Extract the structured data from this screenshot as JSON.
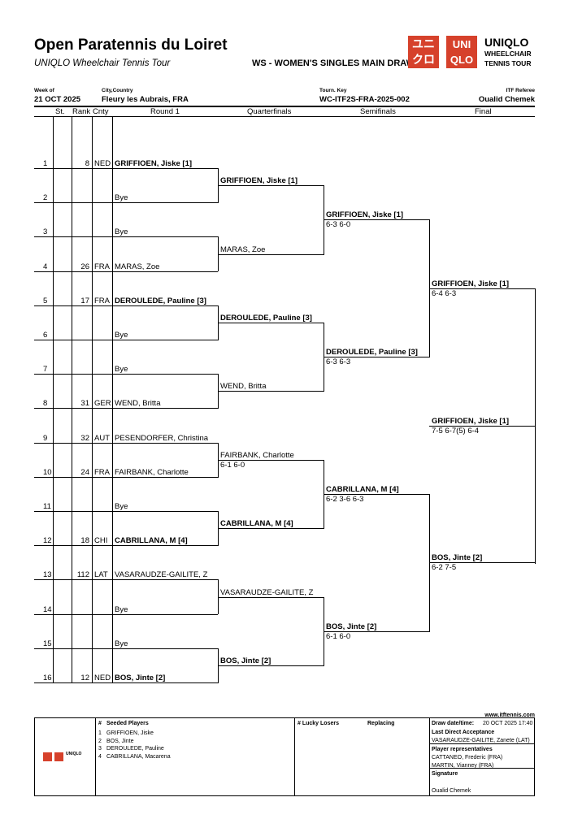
{
  "header": {
    "title": "Open Paratennis du Loiret",
    "subtitle": "UNIQLO Wheelchair Tennis Tour",
    "event": "WS - WOMEN'S SINGLES MAIN DRAW",
    "logo": {
      "mark_top": "ユニ",
      "mark_bottom": "クロ",
      "uni": "UNI",
      "qlo": "QLO",
      "brand": "UNIQLO",
      "line1": "WHEELCHAIR",
      "line2": "TENNIS TOUR"
    },
    "week_label": "Week of",
    "week": "21 OCT 2025",
    "city_label": "City,Country",
    "city": "Fleury les Aubrais, FRA",
    "key_label": "Tourn. Key",
    "key": "WC-ITF2S-FRA-2025-002",
    "ref_label": "ITF Referee",
    "referee": "Oualid Chemek"
  },
  "columns": {
    "st": "St.",
    "rank": "Rank",
    "cnty": "Cnty",
    "r1": "Round 1",
    "qf": "Quarterfinals",
    "sf": "Semifinals",
    "final": "Final"
  },
  "round1": [
    {
      "n": "1",
      "rank": "8",
      "cnty": "NED",
      "name": "GRIFFIOEN, Jiske [1]",
      "bold": true
    },
    {
      "n": "2",
      "rank": "",
      "cnty": "",
      "name": "Bye"
    },
    {
      "n": "3",
      "rank": "",
      "cnty": "",
      "name": "Bye"
    },
    {
      "n": "4",
      "rank": "26",
      "cnty": "FRA",
      "name": "MARAS, Zoe"
    },
    {
      "n": "5",
      "rank": "17",
      "cnty": "FRA",
      "name": "DEROULEDE, Pauline [3]",
      "bold": true
    },
    {
      "n": "6",
      "rank": "",
      "cnty": "",
      "name": "Bye"
    },
    {
      "n": "7",
      "rank": "",
      "cnty": "",
      "name": "Bye"
    },
    {
      "n": "8",
      "rank": "31",
      "cnty": "GER",
      "name": "WEND, Britta"
    },
    {
      "n": "9",
      "rank": "32",
      "cnty": "AUT",
      "name": "PESENDORFER, Christina"
    },
    {
      "n": "10",
      "rank": "24",
      "cnty": "FRA",
      "name": "FAIRBANK, Charlotte"
    },
    {
      "n": "11",
      "rank": "",
      "cnty": "",
      "name": "Bye"
    },
    {
      "n": "12",
      "rank": "18",
      "cnty": "CHI",
      "name": "CABRILLANA, M [4]",
      "bold": true
    },
    {
      "n": "13",
      "rank": "112",
      "cnty": "LAT",
      "name": "VASARAUDZE-GAILITE, Z"
    },
    {
      "n": "14",
      "rank": "",
      "cnty": "",
      "name": "Bye"
    },
    {
      "n": "15",
      "rank": "",
      "cnty": "",
      "name": "Bye"
    },
    {
      "n": "16",
      "rank": "12",
      "cnty": "NED",
      "name": "BOS, Jinte [2]",
      "bold": true
    }
  ],
  "quarterfinals": [
    {
      "name": "GRIFFIOEN, Jiske [1]",
      "score": "",
      "bold": true
    },
    {
      "name": "MARAS, Zoe",
      "score": ""
    },
    {
      "name": "DEROULEDE, Pauline [3]",
      "score": "",
      "bold": true
    },
    {
      "name": "WEND, Britta",
      "score": ""
    },
    {
      "name": "FAIRBANK, Charlotte",
      "score": "6-1 6-0"
    },
    {
      "name": "CABRILLANA, M [4]",
      "score": "",
      "bold": true
    },
    {
      "name": "VASARAUDZE-GAILITE, Z",
      "score": ""
    },
    {
      "name": "BOS, Jinte [2]",
      "score": "",
      "bold": true
    }
  ],
  "semifinals": [
    {
      "name": "GRIFFIOEN, Jiske [1]",
      "score": "6-3 6-0",
      "bold": true
    },
    {
      "name": "DEROULEDE, Pauline [3]",
      "score": "6-3 6-3",
      "bold": true
    },
    {
      "name": "CABRILLANA, M [4]",
      "score": "6-2 3-6 6-3",
      "bold": true
    },
    {
      "name": "BOS, Jinte [2]",
      "score": "6-1 6-0",
      "bold": true
    }
  ],
  "final": [
    {
      "name": "GRIFFIOEN, Jiske [1]",
      "score": "6-4 6-3",
      "bold": true
    },
    {
      "name": "BOS, Jinte [2]",
      "score": "6-2 7-5",
      "bold": true
    }
  ],
  "winner": {
    "name": "GRIFFIOEN, Jiske [1]",
    "score": "7-5 6-7(5) 6-4",
    "bold": true
  },
  "footer": {
    "website": "www.itftennis.com",
    "seeded_header_hash": "#",
    "seeded_header": "Seeded Players",
    "seeds": [
      {
        "n": "1",
        "name": "GRIFFIOEN, Jiske"
      },
      {
        "n": "2",
        "name": "BOS, Jinte"
      },
      {
        "n": "3",
        "name": "DEROULEDE, Pauline"
      },
      {
        "n": "4",
        "name": "CABRILLANA, Macarena"
      }
    ],
    "lucky_losers": "# Lucky Losers",
    "replacing": "Replacing",
    "draw_label": "Draw date/time:",
    "draw_value": "20 OCT 2025 17:40",
    "lda_label": "Last Direct Acceptance",
    "lda_value": "VASARAUDZE-GAILITE, Zanete (LAT)",
    "reps_label": "Player representatives",
    "reps": [
      "CATTANEO, Frederic (FRA)",
      "MARTIN, Vianney (FRA)"
    ],
    "signature_label": "Signature",
    "signature_name": "Oualid Chemek"
  },
  "colors": {
    "brand": "#d6412b"
  }
}
